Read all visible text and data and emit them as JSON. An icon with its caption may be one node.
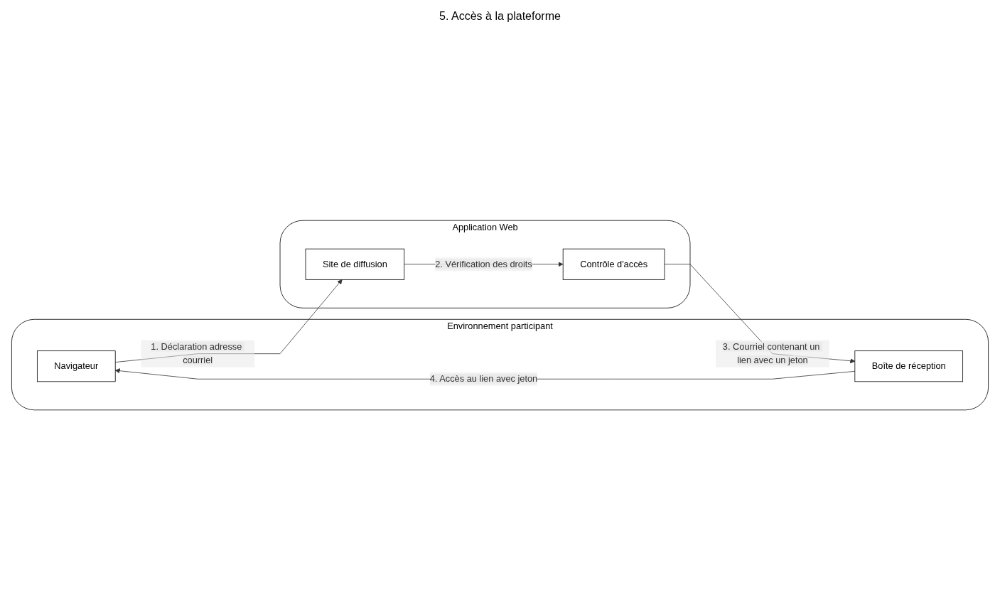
{
  "diagram": {
    "nodes": [
      {
        "text": [
          "Environnement participant"
        ]
      },
      {
        "text": [
          "Navigateur"
        ],
        "in": 0
      },
      {
        "text": [
          "Boîte de réception"
        ],
        "in": 0
      },
      {
        "text": [
          "Application Web"
        ]
      },
      {
        "text": [
          "Site de diffusion"
        ],
        "in": 3
      },
      {
        "text": [
          "Contrôle d'accès"
        ],
        "in": 3
      }
    ],
    "edges": [
      {
        "from": 1,
        "to": 4,
        "arrow": "to",
        "label": "1. Déclaration adresse courriel"
      },
      {
        "from": 4,
        "to": 5,
        "arrow": "to",
        "label": "2. Vérification des droits"
      },
      {
        "from": 5,
        "to": 2,
        "arrow": "to",
        "label": "3. Courriel contenant un lien avec un jeton"
      },
      {
        "from": 2,
        "to": 1,
        "arrow": "to",
        "label": "4. Accès au lien avec jeton"
      }
    ],
    "labels": [
      "5. Accès à la plateforme"
    ]
  }
}
